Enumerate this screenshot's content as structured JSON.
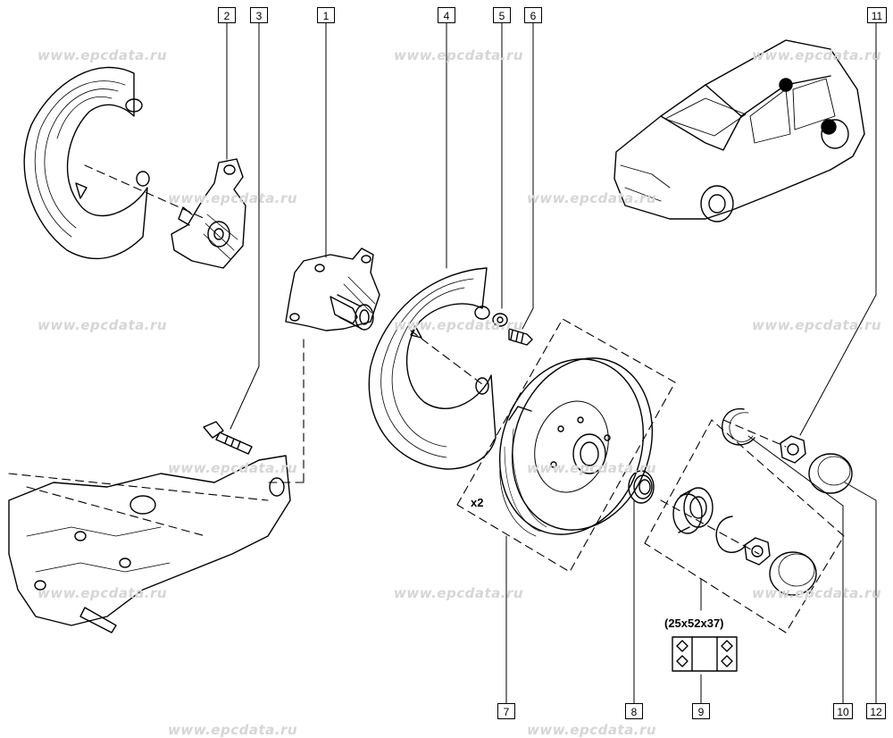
{
  "watermark": "www.epcdata.ru",
  "callouts": [
    "2",
    "3",
    "1",
    "4",
    "5",
    "6",
    "11",
    "7",
    "8",
    "9",
    "10",
    "12"
  ],
  "labels": {
    "quantity": "x2",
    "bearing_size": "(25x52x37)"
  }
}
